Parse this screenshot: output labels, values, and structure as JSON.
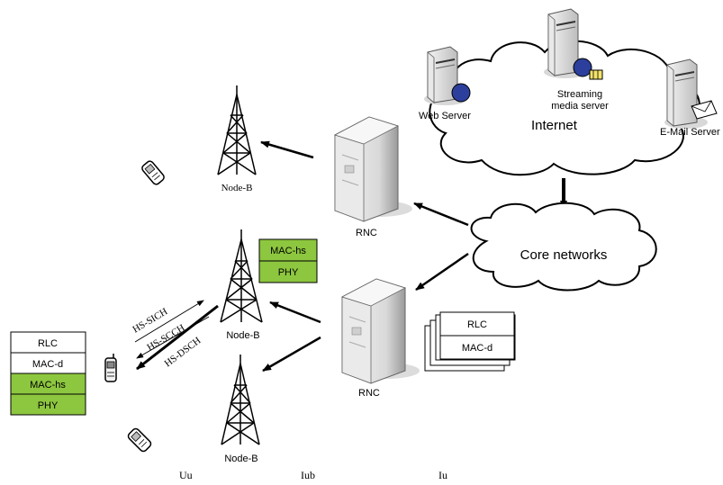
{
  "diagram": {
    "labels": {
      "web_server": "Web Server",
      "streaming_server_line1": "Streaming",
      "streaming_server_line2": "media server",
      "internet": "Internet",
      "email_server": "E-Mail Server",
      "core_networks": "Core networks",
      "rnc_top": "RNC",
      "rnc_bottom": "RNC",
      "node_b_top": "Node-B",
      "node_b_middle": "Node-B",
      "node_b_bottom": "Node-B",
      "hs_sich": "HS-SICH",
      "hs_scch": "HS-SCCH",
      "hs_dsch": "HS-DSCH",
      "interface_uu": "Uu",
      "interface_iub": "Iub",
      "interface_iu": "Iu"
    },
    "node_b_stack": [
      "MAC-hs",
      "PHY"
    ],
    "ue_stack": [
      "RLC",
      "MAC-d",
      "MAC-hs",
      "PHY"
    ],
    "rnc_stack": [
      "RLC",
      "MAC-d"
    ],
    "colors": {
      "mac_hs_fill": "#8dc63f",
      "layer_white": "#ffffff",
      "cloud_fill": "#ffffff",
      "line": "#000000",
      "server_accent": "#2c3f9c"
    }
  }
}
